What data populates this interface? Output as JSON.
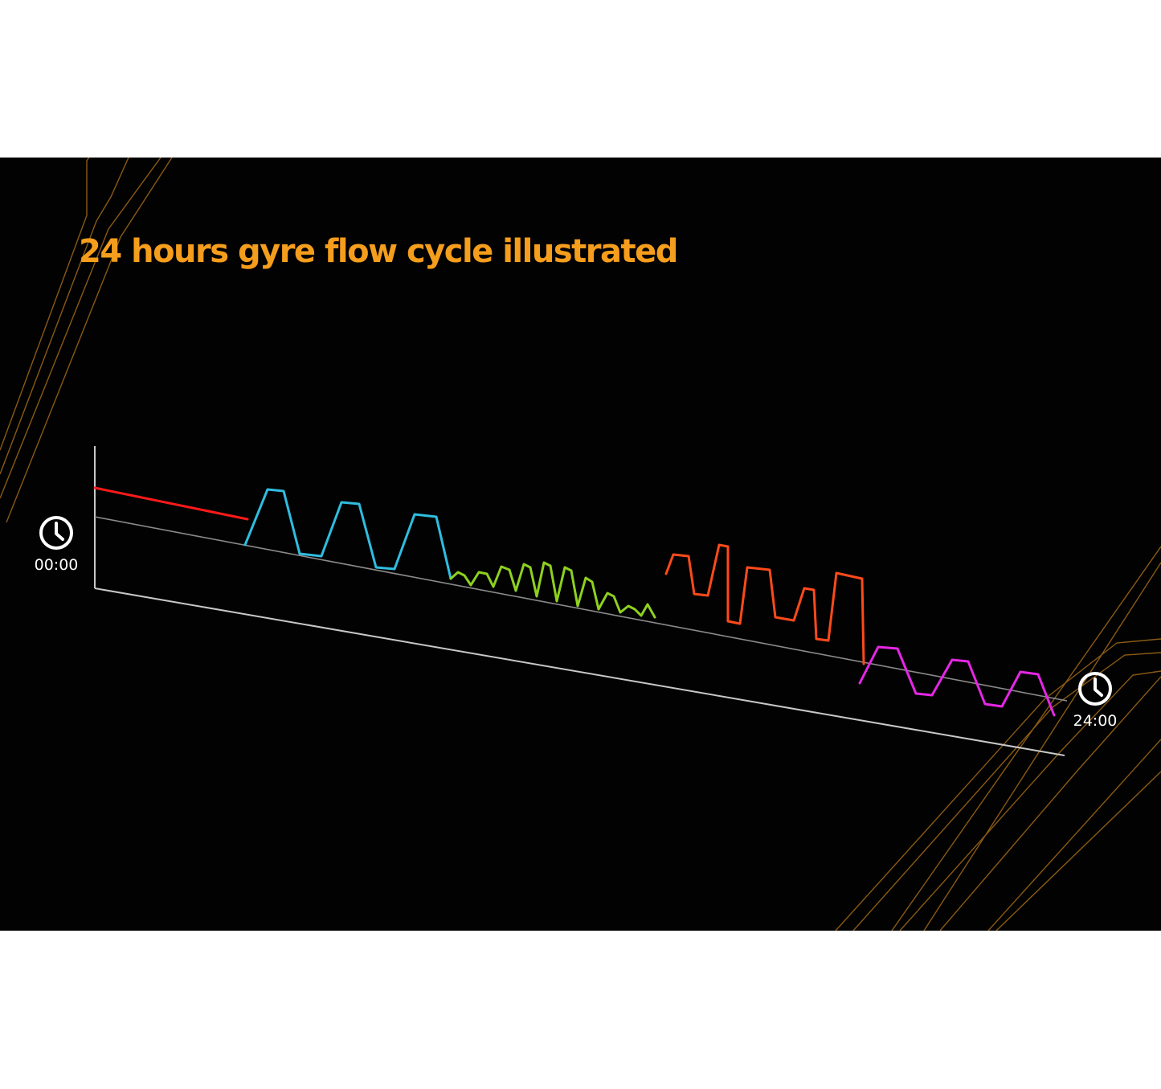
{
  "title": "24 hours gyre flow cycle illustrated",
  "start_time": "00:00",
  "end_time": "24:00",
  "colors": {
    "background": "#020202",
    "title": "#f59d1c",
    "circuit_lines": "#8a5a14",
    "axes": "#c8c8c8",
    "constant_flow": "#ff1a1a",
    "wave_cyan": "#2fbde0",
    "wave_green": "#8ed11e",
    "wave_orange": "#ff4a1a",
    "wave_magenta": "#e626e6",
    "clock_icon": "#ffffff"
  },
  "icons": {
    "start": "clock-icon",
    "end": "clock-icon"
  }
}
